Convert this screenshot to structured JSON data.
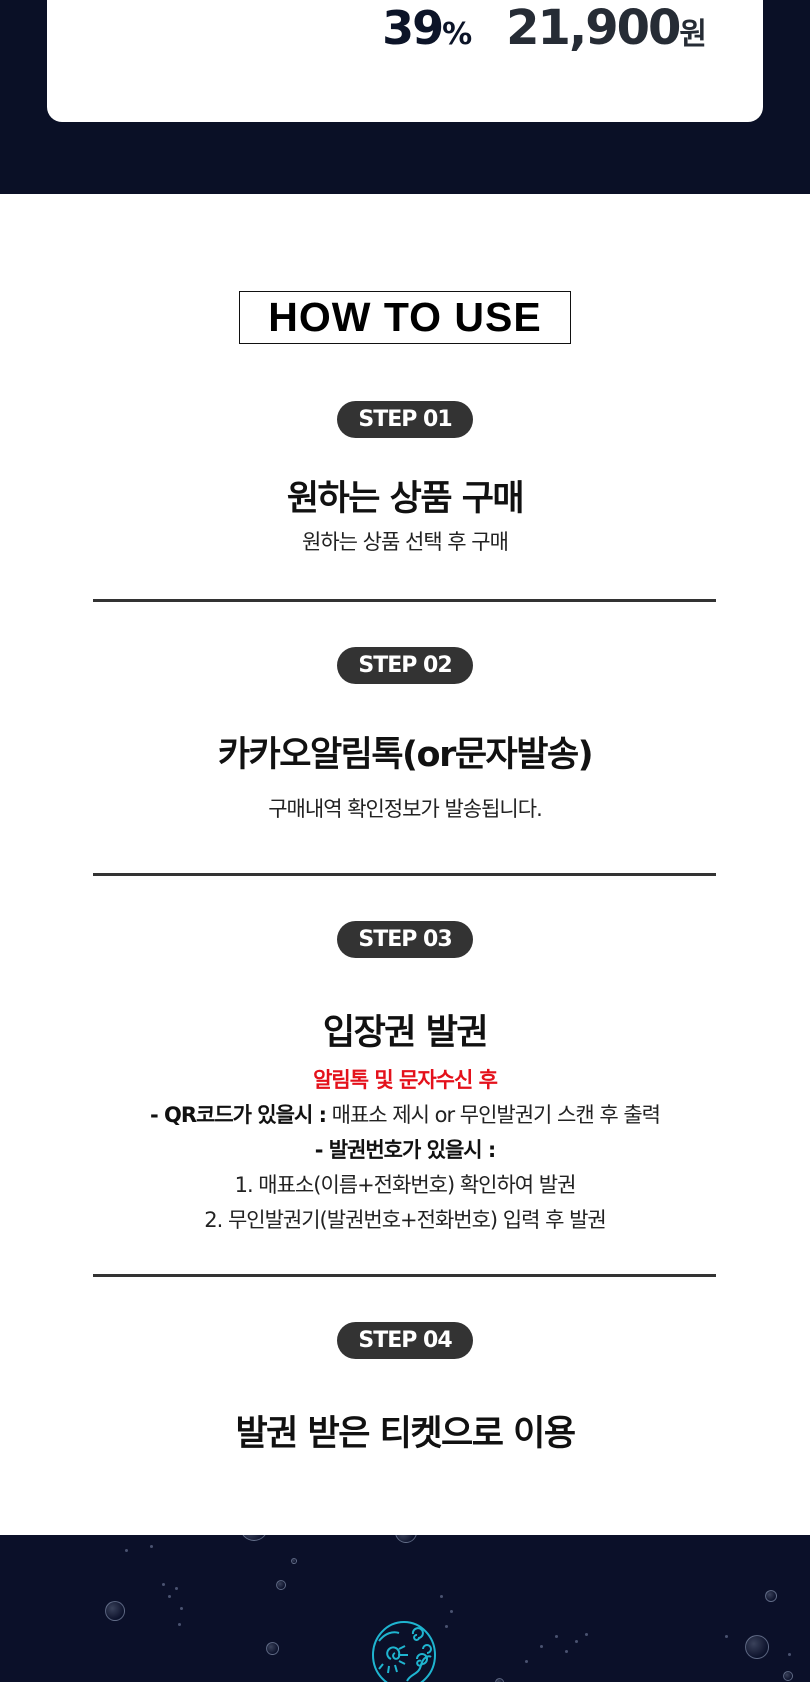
{
  "price_card": {
    "discount_value": "39",
    "discount_unit": "%",
    "price_value": "21,900",
    "price_unit": "원"
  },
  "how_to_use": {
    "title": "HOW TO USE",
    "steps": [
      {
        "badge": "STEP 01",
        "heading": "원하는 상품 구매",
        "lines": [
          "원하는 상품 선택 후 구매"
        ]
      },
      {
        "badge": "STEP 02",
        "heading": "카카오알림톡(or문자발송)",
        "lines": [
          "구매내역 확인정보가 발송됩니다."
        ]
      },
      {
        "badge": "STEP 03",
        "heading": "입장권 발권",
        "highlight": "알림톡 및 문자수신 후",
        "qr_label": "- QR코드가 있을시 :",
        "qr_text": " 매표소 제시 or 무인발권기 스캔 후 출력",
        "number_label": "- 발권번호가 있을시 :",
        "lines": [
          "1. 매표소(이름+전화번호) 확인하여 발권",
          "2. 무인발권기(발권번호+전화번호) 입력 후 발권"
        ]
      },
      {
        "badge": "STEP 04",
        "heading": "발권 받은 티켓으로 이용"
      }
    ]
  },
  "footer": {
    "logo_icon": "spiral-sun-wave-logo",
    "logo_color": "#1fb5d0",
    "background_color": "#0b1029"
  },
  "colors": {
    "dark_band": "#0a1026",
    "pill": "#333333",
    "divider": "#333333",
    "highlight_red": "#e4111b"
  }
}
